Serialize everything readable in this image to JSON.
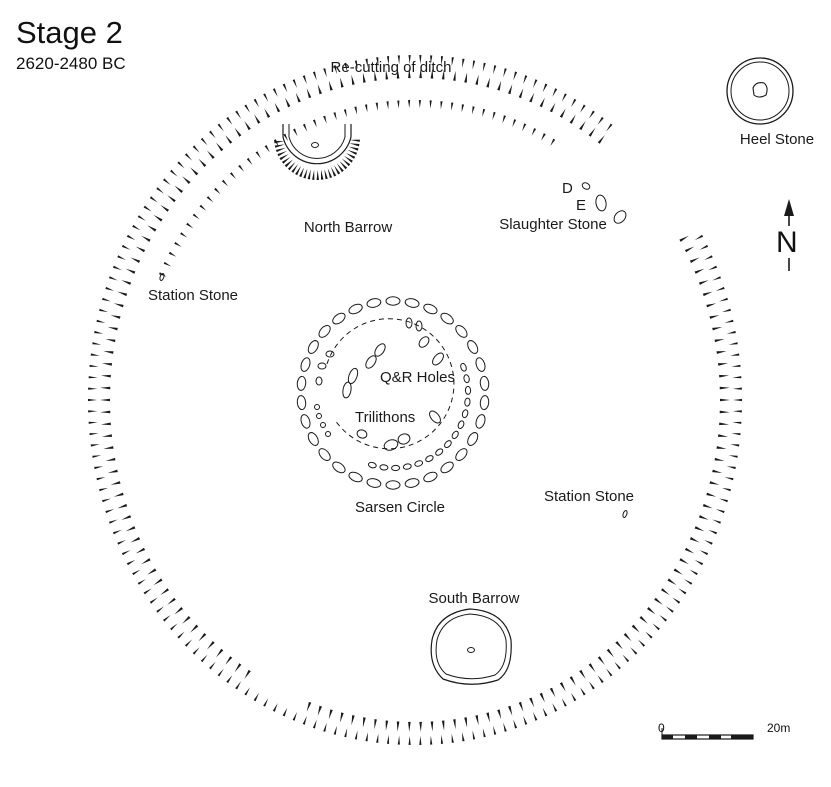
{
  "figure": {
    "title": "Stage 2",
    "subtitle": "2620-2480 BC"
  },
  "labels": {
    "recut": "Re-cutting of ditch",
    "heel_stone": "Heel Stone",
    "north_barrow": "North Barrow",
    "slaughter_stone": "Slaughter Stone",
    "letter_d": "D",
    "letter_e": "E",
    "station_stone_nw": "Station Stone",
    "station_stone_se": "Station Stone",
    "qr_holes": "Q&R Holes",
    "trilithons": "Trilithons",
    "sarsen_circle": "Sarsen Circle",
    "south_barrow": "South Barrow"
  },
  "north_arrow": {
    "letter": "N"
  },
  "scale_bar": {
    "start": "0",
    "end": "20m"
  },
  "colors": {
    "ink": "#1a1a1a",
    "background": "#ffffff"
  }
}
